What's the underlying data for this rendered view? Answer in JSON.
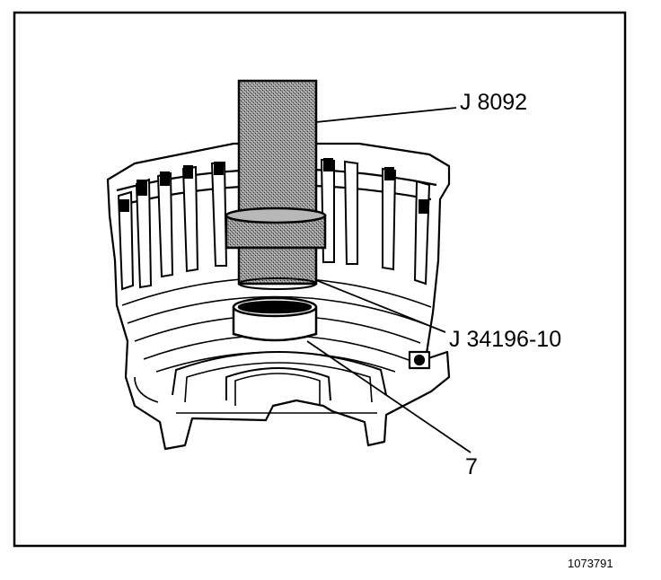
{
  "callouts": {
    "tool_rod": "J 8092",
    "tool_installer": "J 34196-10",
    "part": "7"
  },
  "figure_id": "1073791"
}
